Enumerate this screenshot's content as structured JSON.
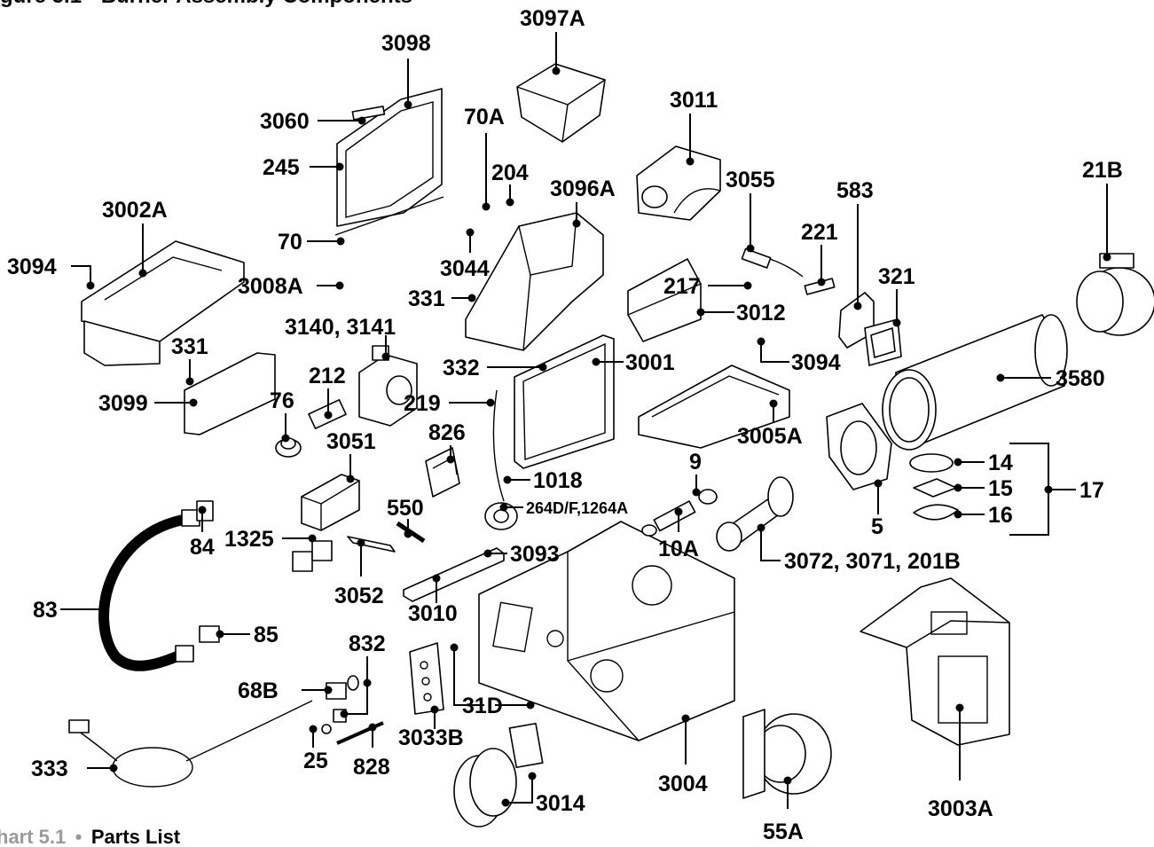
{
  "header": {
    "title": "gure 5.1 • Burner Assembly Components"
  },
  "caption": {
    "chart_label": "hart 5.1",
    "bullet": "•",
    "title": "Parts List"
  },
  "callouts": {
    "p3098": "3098",
    "p3097A": "3097A",
    "p3060": "3060",
    "p70A": "70A",
    "p3011": "3011",
    "p245": "245",
    "p204": "204",
    "p3096A": "3096A",
    "p3055": "3055",
    "p583": "583",
    "p21B": "21B",
    "p3002A": "3002A",
    "p221": "221",
    "p321": "321",
    "p70": "70",
    "p3044": "3044",
    "p3094a": "3094",
    "p3008A": "3008A",
    "p217": "217",
    "p331a": "331",
    "p3012": "3012",
    "p3140": "3140, 3141",
    "p331b": "331",
    "p3094b": "3094",
    "p332": "332",
    "p3001": "3001",
    "p212": "212",
    "p3580": "3580",
    "p3099": "3099",
    "p219": "219",
    "p76": "76",
    "p3005A": "3005A",
    "p826": "826",
    "p3051": "3051",
    "p9": "9",
    "p14": "14",
    "p1018": "1018",
    "p15": "15",
    "p17": "17",
    "p264": "264D/F,1264A",
    "p5": "5",
    "p16": "16",
    "p550": "550",
    "p1325": "1325",
    "p10A": "10A",
    "p84": "84",
    "p3093": "3093",
    "p3072": "3072, 3071, 201B",
    "p83": "83",
    "p3052": "3052",
    "p3010": "3010",
    "p85": "85",
    "p832": "832",
    "p68B": "68B",
    "p31D": "31D",
    "p3033B": "3033B",
    "p25": "25",
    "p333": "333",
    "p828": "828",
    "p3004": "3004",
    "p3014": "3014",
    "p3003A": "3003A",
    "p55A": "55A"
  }
}
